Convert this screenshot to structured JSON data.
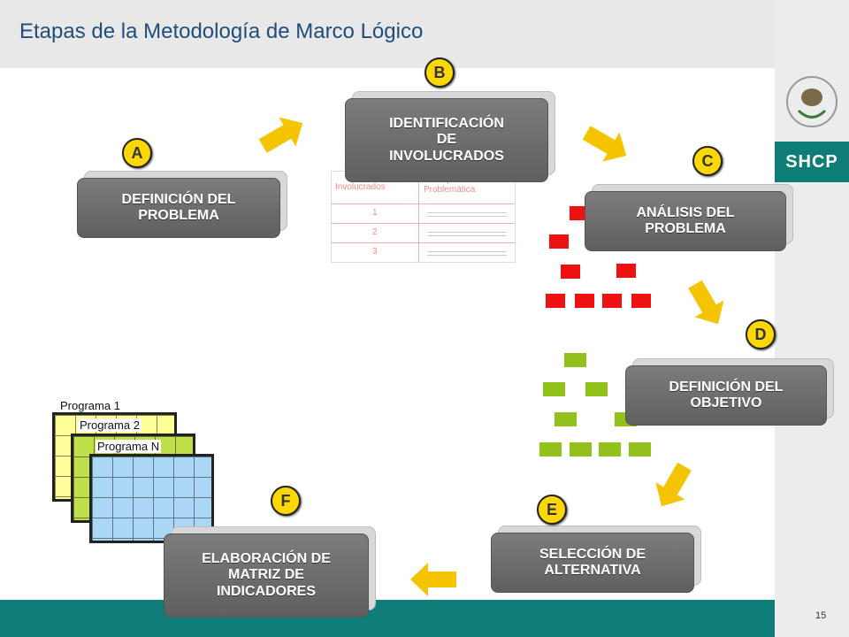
{
  "title": "Etapas de la Metodología de Marco Lógico",
  "side_badge": "SHCP",
  "page_number": "15",
  "stages": [
    {
      "letter": "A",
      "label": "DEFINICIÓN DEL\nPROBLEMA"
    },
    {
      "letter": "B",
      "label": "IDENTIFICACIÓN\nDE\nINVOLUCRADOS"
    },
    {
      "letter": "C",
      "label": "ANÁLISIS DEL\nPROBLEMA"
    },
    {
      "letter": "D",
      "label": "DEFINICIÓN DEL\nOBJETIVO"
    },
    {
      "letter": "E",
      "label": "SELECCIÓN DE\nALTERNATIVA"
    },
    {
      "letter": "F",
      "label": "ELABORACIÓN DE\nMATRIZ DE\nINDICADORES"
    }
  ],
  "involucrados_table": {
    "headers": [
      "Involucrados",
      "Percepción de la Problemática"
    ],
    "rows": [
      "1",
      "2",
      "3"
    ]
  },
  "programs": [
    "Programa 1",
    "Programa 2",
    "Programa N"
  ],
  "colors": {
    "arrow": "#f5c400",
    "teal": "#0f7d77",
    "red": "#ee1111",
    "green": "#92c01c"
  }
}
